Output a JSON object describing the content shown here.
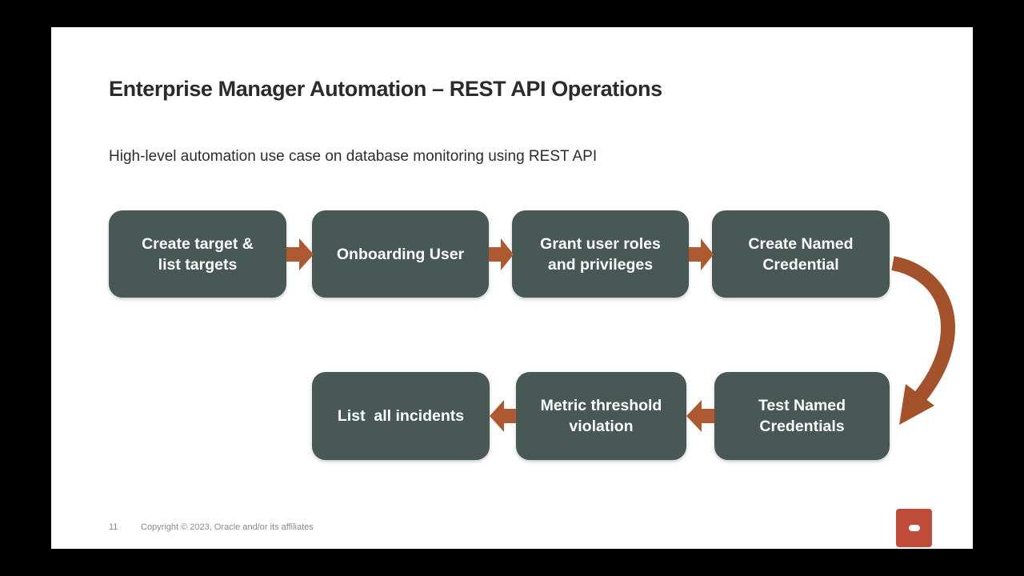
{
  "slide": {
    "title": "Enterprise Manager Automation – REST API Operations",
    "subtitle": "High-level automation use case on database monitoring using REST API",
    "footer": {
      "page_number": "11",
      "copyright": "Copyright © 2023, Oracle and/or its affiliates"
    },
    "logo": "oracle"
  },
  "flow": {
    "description": "Two-row flowchart; row 1 flows left-to-right, a curved arrow connects to row 2 which flows right-to-left",
    "steps": [
      {
        "id": "create-target",
        "label": "Create target &\nlist targets"
      },
      {
        "id": "onboarding-user",
        "label": "Onboarding User"
      },
      {
        "id": "grant-roles",
        "label": "Grant user roles\nand privileges"
      },
      {
        "id": "create-named-credential",
        "label": "Create Named\nCredential"
      },
      {
        "id": "test-named-credentials",
        "label": "Test Named\nCredentials"
      },
      {
        "id": "metric-threshold",
        "label": "Metric threshold\nviolation"
      },
      {
        "id": "list-incidents",
        "label": "List  all incidents"
      }
    ]
  },
  "colors": {
    "letterbox_background": "#000000",
    "slide_background": "#ffffff",
    "box_fill": "#485955",
    "box_text": "#fcfcfc",
    "arrow": "#ad5a33",
    "curved_arrow": "#a4522b",
    "title_text": "#2b2b2b",
    "footer_text": "#8a8a8a",
    "logo_red": "#bf4b3a"
  }
}
